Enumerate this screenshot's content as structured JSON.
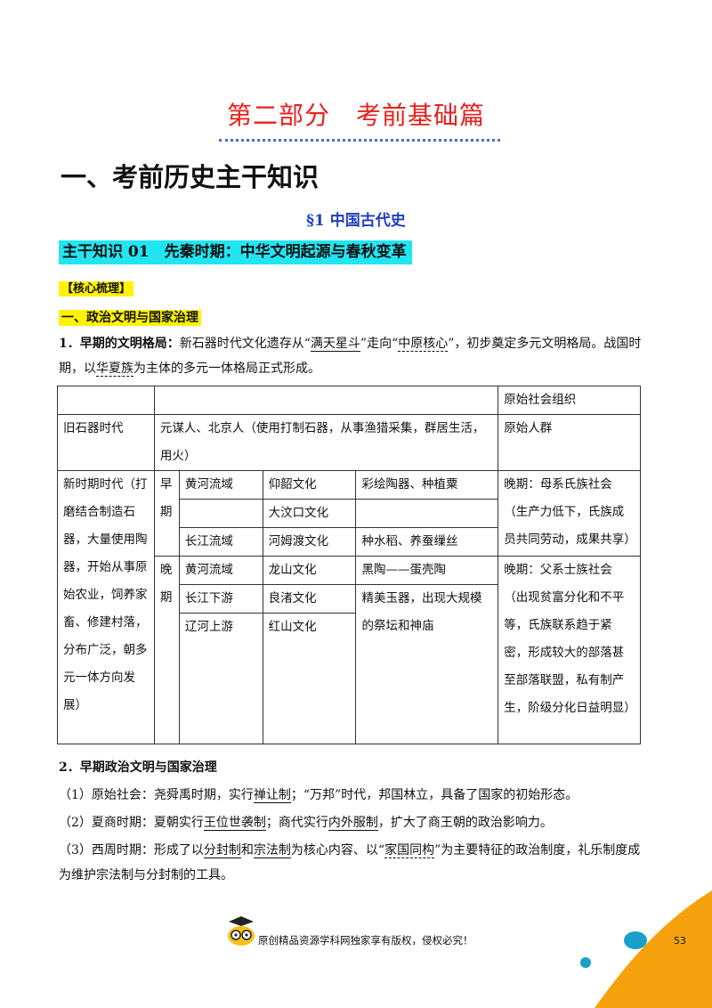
{
  "part_title": "第二部分　考前基础篇",
  "main_title": "一、考前历史主干知识",
  "section_title": "§1 中国古代史",
  "topic_title": "主干知识 01　先秦时期：中华文明起源与春秋变革",
  "core_tag": "【核心梳理】",
  "subsection1": "一、政治文明与国家治理",
  "p1": {
    "label": "1．早期的文明格局：",
    "t1": "新石器时代文化遗存从“",
    "u1": "满天星斗",
    "t2": "”走向“",
    "u2": "中原核心",
    "t3": "”，初步奠定多元文明格局。战国时期，以",
    "u3": "华夏族",
    "t4": "为主体的多元一体格局正式形成。"
  },
  "table": {
    "header_right": "原始社会组织",
    "paleo_label": "旧石器时代",
    "paleo_desc": "元谋人、北京人（使用打制石器，从事渔猎采集，群居生活，用火）",
    "paleo_org": "原始人群",
    "neo_label": "新时期时代（打磨结合制造石器，大量使用陶器，开始从事原始农业，饲养家畜、修建村落，分布广泛，朝多元一体方向发展）",
    "early": "早期",
    "late": "晚期",
    "early_org": "晚期：母系氏族社会（生产力低下，氏族成员共同劳动，成果共享）",
    "late_org": "晚期：父系士族社会（出现贫富分化和不平等，氏族联系趋于紧密，形成较大的部落甚至部落联盟，私有制产生，阶级分化日益明显）",
    "rows": [
      {
        "region": "黄河流域",
        "culture": "仰韶文化",
        "feature": "彩绘陶器、种植粟"
      },
      {
        "region": "",
        "culture": "大汶口文化",
        "feature": ""
      },
      {
        "region": "长江流域",
        "culture": "河姆渡文化",
        "feature": "种水稻、养蚕缫丝"
      },
      {
        "region": "黄河流域",
        "culture": "龙山文化",
        "feature": "黑陶——蛋壳陶"
      },
      {
        "region": "长江下游",
        "culture": "良渚文化",
        "feature": "精美玉器，出现大规模的祭坛和神庙"
      },
      {
        "region": "辽河上游",
        "culture": "红山文化",
        "feature": ""
      }
    ]
  },
  "p2_title": "2．早期政治文明与国家治理",
  "p2_1": {
    "t1": "（1）原始社会：尧舜禹时期，实行",
    "u1": "禅让制",
    "t2": "；“万邦”时代，邦国林立，具备了国家的初始形态。"
  },
  "p2_2": {
    "t1": "（2）夏商时期：夏朝实行",
    "u1": "王位世袭制",
    "t2": "；商代实行",
    "u2": "内外服制",
    "t3": "，扩大了商王朝的政治影响力。"
  },
  "p2_3": {
    "t1": "（3）西周时期：形成了以",
    "u1": "分封制",
    "t2": "和",
    "u2": "宗法制",
    "t3": "为核心内容、以“",
    "u3": "家国同构",
    "t4": "”为主要特征的政治制度，礼乐制度成为维护宗法制与分封制的工具。"
  },
  "footer": "原创精品资源学科网独家享有版权，侵权必究！",
  "page_number": "53",
  "colors": {
    "title_red": "#e8201c",
    "section_blue": "#1f3fbf",
    "cyan": "#22e5f2",
    "yellow": "#fff200",
    "orange": "#f6a20e",
    "teal": "#1aa0c8"
  }
}
